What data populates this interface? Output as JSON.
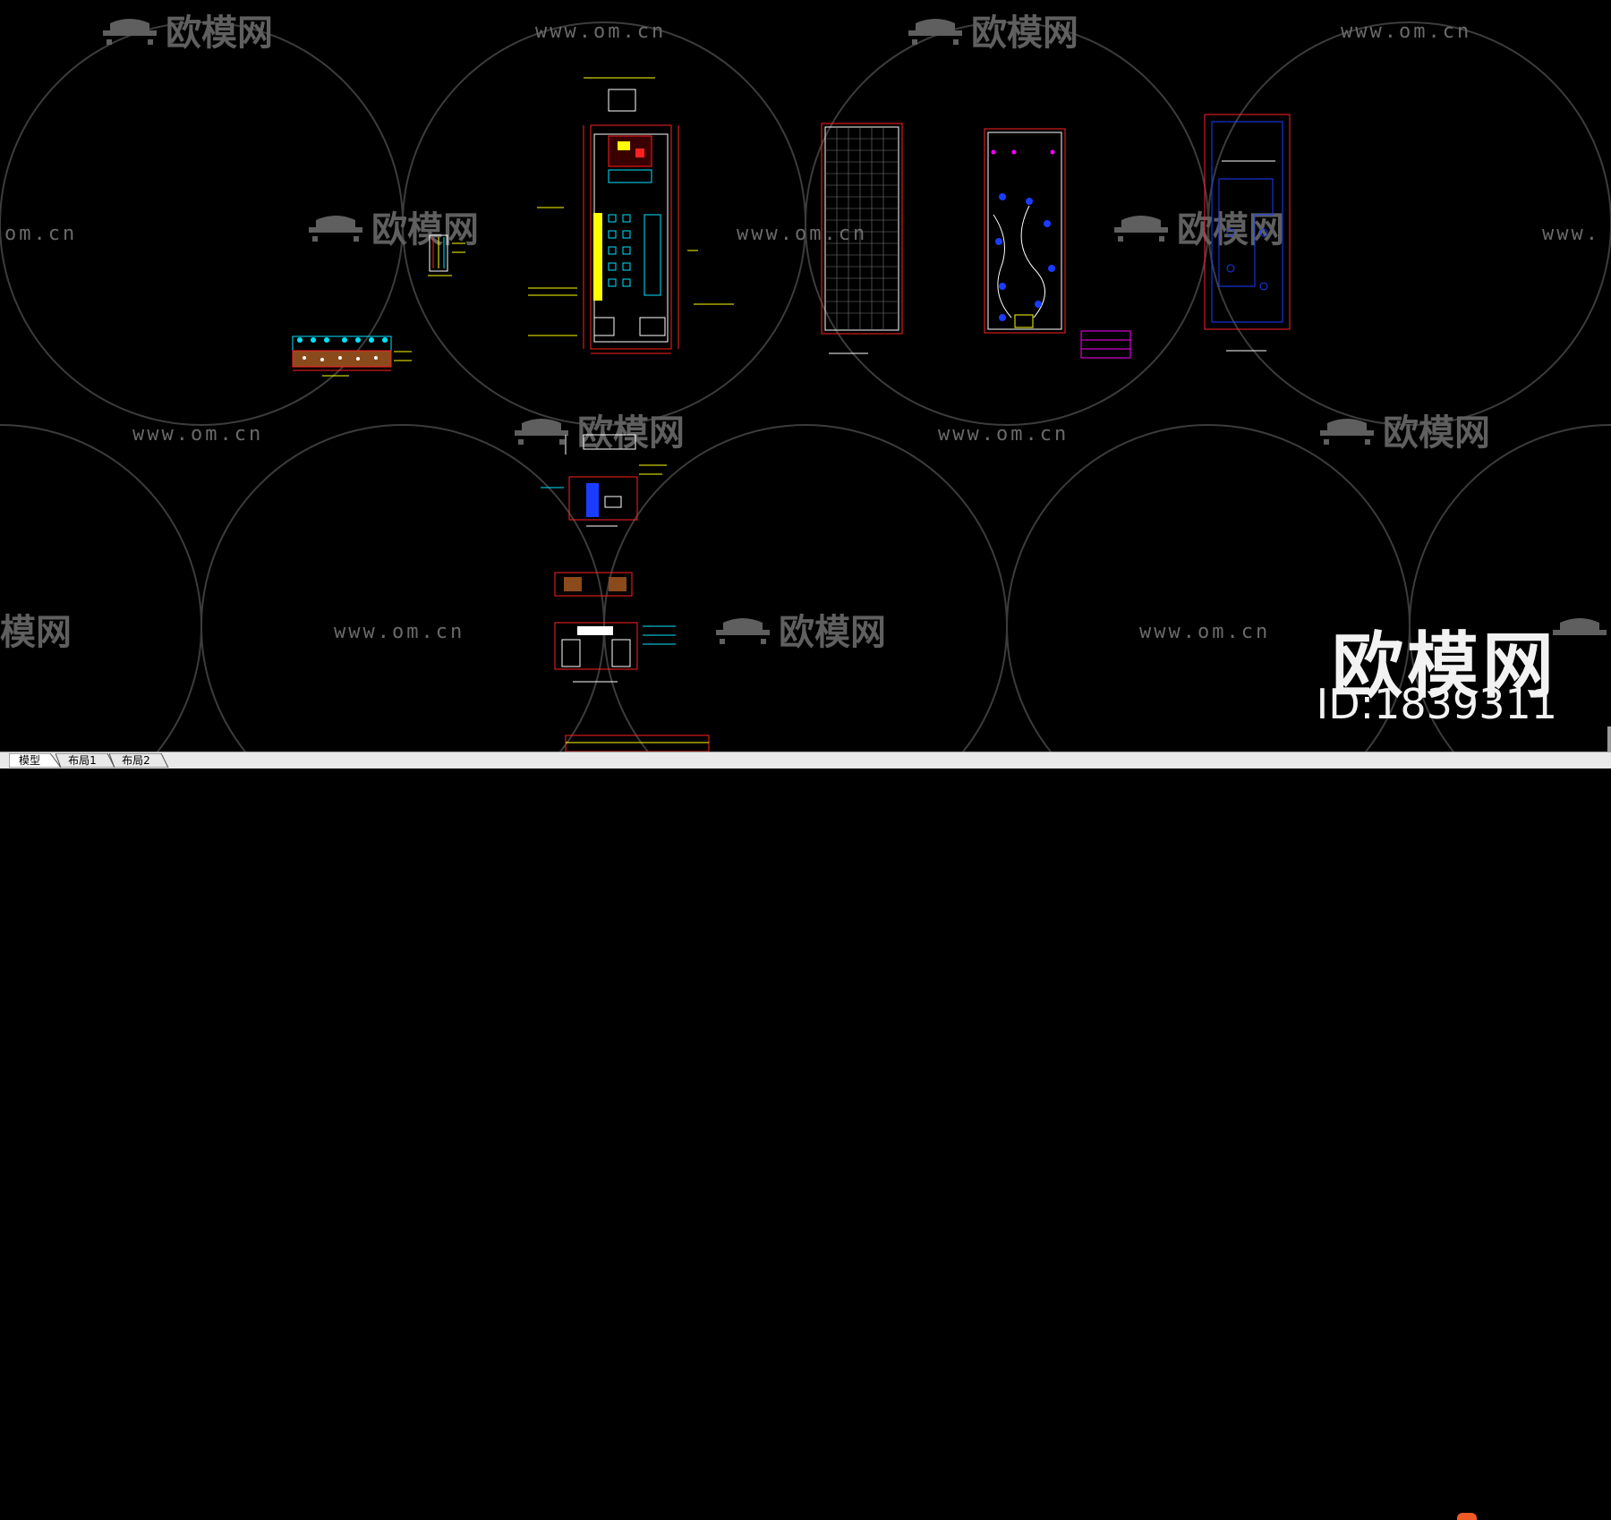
{
  "watermark": {
    "brand": "欧模网",
    "url": "www.om.cn",
    "url_partial_left": "om.cn",
    "url_partial_right": "www."
  },
  "stamp": {
    "brand": "欧模网",
    "id": "ID:1839311"
  },
  "tabs": [
    {
      "label": "模型",
      "active": true
    },
    {
      "label": "布局1",
      "active": false
    },
    {
      "label": "布局2",
      "active": false
    }
  ],
  "colors": {
    "background": "#000000",
    "cad_red": "#ff2020",
    "cad_yellow": "#ffff00",
    "cad_cyan": "#00e5ff",
    "cad_blue": "#1a3cff",
    "cad_white": "#ffffff",
    "cad_magenta": "#ff00ff",
    "watermark": "#5f5f5f"
  },
  "icons": [
    "sofa-logo-icon",
    "corner-orange-icon"
  ]
}
